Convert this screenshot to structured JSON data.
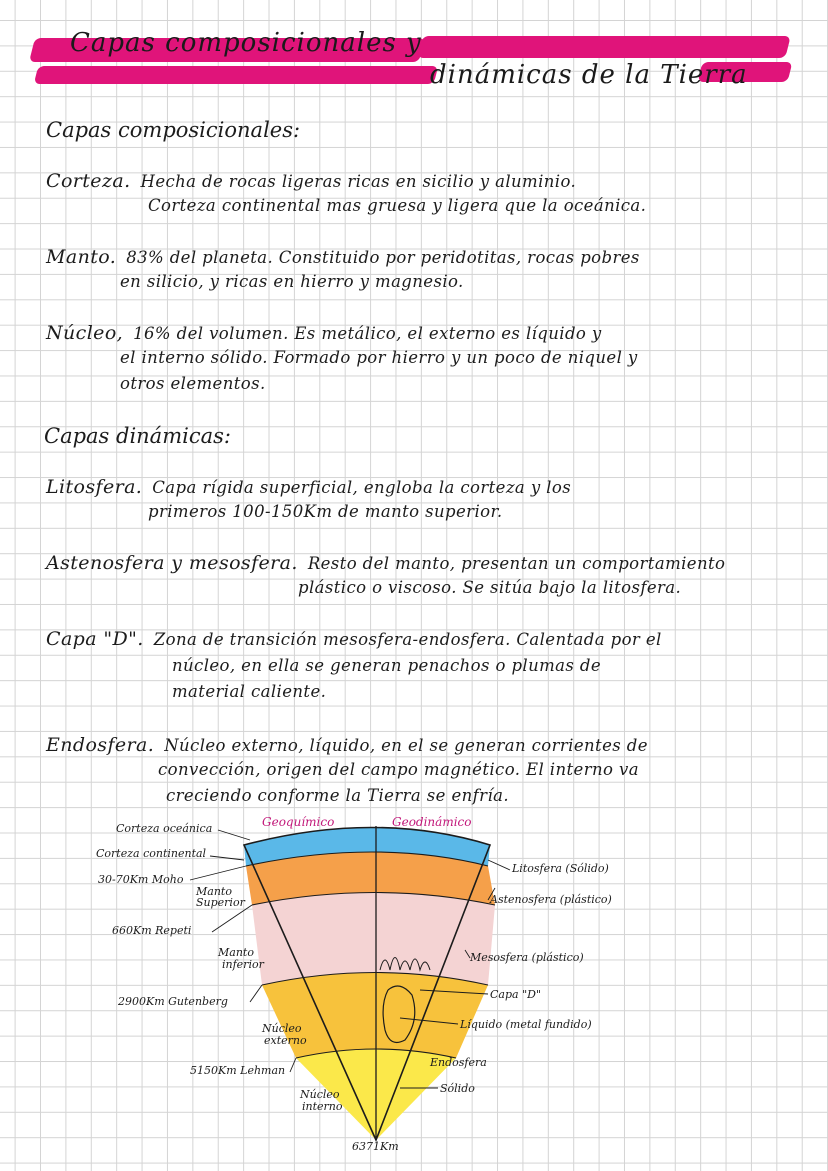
{
  "title": {
    "line1": "Capas composicionales y",
    "line2": "dinámicas de la Tierra"
  },
  "composicionales": {
    "heading": "Capas composicionales:",
    "corteza": {
      "term": "Corteza.",
      "l1": "Hecha de rocas ligeras ricas en sicilio y aluminio.",
      "l2": "Corteza continental mas gruesa y ligera que la oceánica."
    },
    "manto": {
      "term": "Manto.",
      "l1": "83% del planeta. Constituido por peridotitas, rocas pobres",
      "l2": "en silicio, y ricas en hierro y magnesio."
    },
    "nucleo": {
      "term": "Núcleo,",
      "l1": "16% del volumen. Es metálico, el externo es líquido y",
      "l2": "el interno sólido. Formado por hierro y un poco de niquel y",
      "l3": "otros elementos."
    }
  },
  "dinamicas": {
    "heading": "Capas dinámicas:",
    "litosfera": {
      "term": "Litosfera.",
      "l1": "Capa rígida superficial, engloba la corteza y los",
      "l2": "primeros 100-150Km de manto superior."
    },
    "astenosfera": {
      "term": "Astenosfera y mesosfera.",
      "l1": "Resto del manto, presentan un comportamiento",
      "l2": "plástico o viscoso. Se sitúa bajo la litosfera."
    },
    "capaD": {
      "term": "Capa \"D\".",
      "l1": "Zona de transición mesosfera-endosfera. Calentada por el",
      "l2": "núcleo, en ella se generan penachos o plumas de",
      "l3": "material caliente."
    },
    "endosfera": {
      "term": "Endosfera.",
      "l1": "Núcleo externo, líquido, en el se generan corrientes de",
      "l2": "convección, origen del campo magnético. El interno va",
      "l3": "creciendo conforme la Tierra se enfría."
    }
  },
  "diagram": {
    "geoquimico": "Geoquímico",
    "geodinamico": "Geodinámico",
    "corteza_oceanica": "Corteza oceánica",
    "corteza_continental": "Corteza continental",
    "moho": "30-70Km Moho",
    "manto_superior_1": "Manto",
    "manto_superior_2": "Superior",
    "repetti": "660Km Repeti",
    "manto_inferior_1": "Manto",
    "manto_inferior_2": "inferior",
    "gutenberg": "2900Km Gutenberg",
    "nucleo_externo_1": "Núcleo",
    "nucleo_externo_2": "externo",
    "lehman": "5150Km Lehman",
    "nucleo_interno_1": "Núcleo",
    "nucleo_interno_2": "interno",
    "radio": "6371Km",
    "litosfera": "Litosfera (Sólido)",
    "astenosfera": "Astenosfera (plástico)",
    "mesosfera": "Mesosfera (plástico)",
    "capa_d": "Capa \"D\"",
    "liquido": "Líquido (metal fundido)",
    "endosfera": "Endosfera",
    "solido": "Sólido"
  },
  "colors": {
    "highlight": "#e0147a",
    "corteza": "#5ab8e8",
    "manto_superior": "#f5a04a",
    "manto_inferior": "#f4d3d3",
    "nucleo_externo": "#f7c23c",
    "nucleo_interno": "#fbe84a"
  }
}
